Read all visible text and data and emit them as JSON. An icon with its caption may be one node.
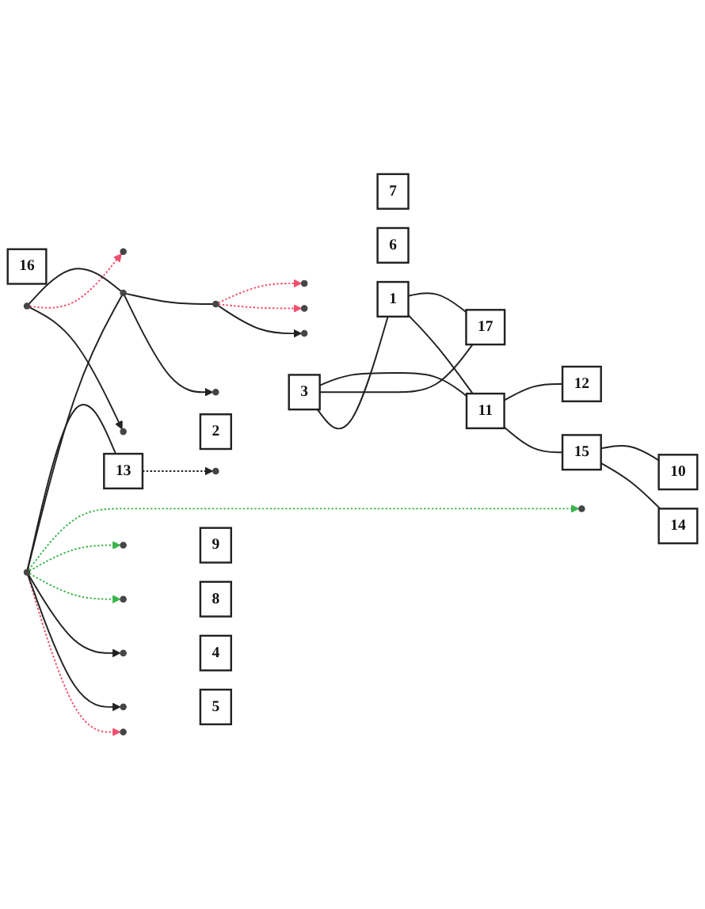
{
  "diagram": {
    "nodes": [
      {
        "text": [
          "2"
        ]
      },
      {
        "text": [],
        "shape": "circle"
      },
      {
        "text": [
          "16"
        ]
      },
      {
        "text": [],
        "shape": "circle"
      },
      {
        "text": [
          "11"
        ]
      },
      {
        "text": [],
        "shape": "circle"
      },
      {
        "text": [
          "3"
        ]
      },
      {
        "text": [],
        "shape": "circle"
      },
      {
        "text": [],
        "shape": "circle"
      },
      {
        "text": [
          "1"
        ]
      },
      {
        "text": [
          "15"
        ]
      },
      {
        "text": [],
        "shape": "circle"
      },
      {
        "text": [
          "17"
        ]
      },
      {
        "text": [],
        "shape": "circle"
      },
      {
        "text": [],
        "shape": "circle"
      },
      {
        "text": [
          "12"
        ]
      },
      {
        "text": [],
        "shape": "circle"
      },
      {
        "text": [
          "14"
        ]
      },
      {
        "text": [],
        "shape": "circle"
      },
      {
        "text": [
          "13"
        ]
      },
      {
        "text": [],
        "shape": "circle"
      },
      {
        "text": [
          "5"
        ]
      },
      {
        "text": [],
        "shape": "circle"
      },
      {
        "text": [
          "4"
        ]
      },
      {
        "text": [],
        "shape": "circle"
      },
      {
        "text": [],
        "shape": "circle"
      },
      {
        "text": [
          "7"
        ]
      },
      {
        "text": [],
        "shape": "circle"
      },
      {
        "text": [
          "8"
        ]
      },
      {
        "text": [],
        "shape": "circle"
      },
      {
        "text": [
          "9"
        ]
      },
      {
        "text": [
          "6"
        ]
      },
      {
        "text": [],
        "shape": "circle"
      },
      {
        "text": [
          "10"
        ]
      }
    ],
    "edges": [
      {
        "from": 3,
        "to": 1,
        "arrow": "to"
      },
      {
        "from": 3,
        "to": 5,
        "arrow": "to",
        "style": "dashed",
        "color": "#f0506e"
      },
      {
        "from": 8,
        "to": 7,
        "arrow": "to"
      },
      {
        "from": 3,
        "to": 8,
        "arrow": "none"
      },
      {
        "from": 8,
        "to": 13,
        "arrow": "none"
      },
      {
        "from": 13,
        "to": 25,
        "arrow": "to"
      },
      {
        "from": 13,
        "to": 14,
        "arrow": "to",
        "style": "dashed",
        "color": "#f0506e"
      },
      {
        "from": 13,
        "to": 16,
        "arrow": "to",
        "style": "dashed",
        "color": "#f0506e"
      },
      {
        "from": 11,
        "to": 18,
        "arrow": "to",
        "style": "dashed",
        "color": "#f0506e"
      },
      {
        "from": 19,
        "to": 20,
        "arrow": "to",
        "style": "dashed"
      },
      {
        "from": 11,
        "to": 22,
        "arrow": "to"
      },
      {
        "from": 11,
        "to": 24,
        "arrow": "to"
      },
      {
        "from": 11,
        "to": 27,
        "arrow": "to",
        "style": "dashed",
        "color": "#3cb44b"
      },
      {
        "from": 11,
        "to": 29,
        "arrow": "to",
        "style": "dashed",
        "color": "#3cb44b"
      },
      {
        "from": 11,
        "to": 32,
        "arrow": "to",
        "style": "dashed",
        "color": "#3cb44b"
      },
      {
        "from": 11,
        "to": 8,
        "arrow": "none"
      },
      {
        "from": 4,
        "to": 6,
        "arrow": "none"
      },
      {
        "from": 4,
        "to": 10,
        "arrow": "none"
      },
      {
        "from": 4,
        "to": 15,
        "arrow": "none"
      },
      {
        "from": 9,
        "to": 4,
        "arrow": "none"
      },
      {
        "from": 6,
        "to": 9,
        "arrow": "none"
      },
      {
        "from": 9,
        "to": 12,
        "arrow": "none"
      },
      {
        "from": 6,
        "to": 12,
        "arrow": "none"
      },
      {
        "from": 11,
        "to": 19,
        "arrow": "none"
      },
      {
        "from": 10,
        "to": 17,
        "arrow": "none"
      },
      {
        "from": 10,
        "to": 33,
        "arrow": "none"
      }
    ]
  }
}
